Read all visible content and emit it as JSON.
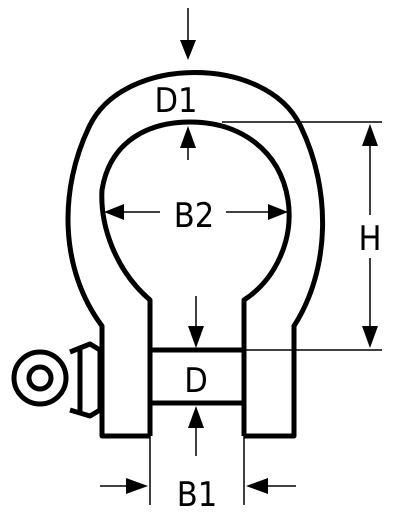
{
  "labels": {
    "d1": "D1",
    "b2": "B2",
    "h": "H",
    "d": "D",
    "b1": "B1"
  },
  "colors": {
    "line": "#000000",
    "background": "#ffffff"
  }
}
